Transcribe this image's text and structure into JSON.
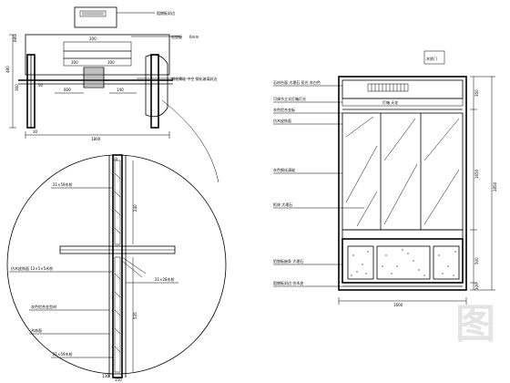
{
  "watermark": "图",
  "left_elevation": {
    "dims": [
      "480",
      "680",
      "200",
      "300",
      "300",
      "600",
      "140",
      "50",
      "360",
      "30",
      "1800"
    ],
    "leader_labels": [
      "阻燃板封边",
      "铝塑板",
      "6mm",
      "钢化清玻 中空 钢化玻璃封边"
    ]
  },
  "detail_circle": {
    "dims": [
      "240",
      "535",
      "130",
      "30",
      "150"
    ],
    "callouts": [
      "21×59木枋",
      "仿木皮饰面 12×5×5木枋",
      "21×28木枋",
      "灰色铝合金型材",
      "木饰面",
      "21×59木枋"
    ]
  },
  "right_elevation": {
    "left_labels": [
      "石材台面 大理石 亚光 灰白色",
      "可调节立式灯箱灯光",
      "灰色铝合金板",
      "仿木皮饰面",
      "灰色钢化清玻",
      "柜体 大理石",
      "铝塑板嵌条 大理石",
      "阻燃板封边 仿木皮"
    ],
    "right_dims": [
      "350",
      "1650",
      "500",
      "100",
      "2850"
    ],
    "bottom_dim": "1600",
    "top_label": "木质门",
    "lamp_text": "灯箱 天花"
  }
}
